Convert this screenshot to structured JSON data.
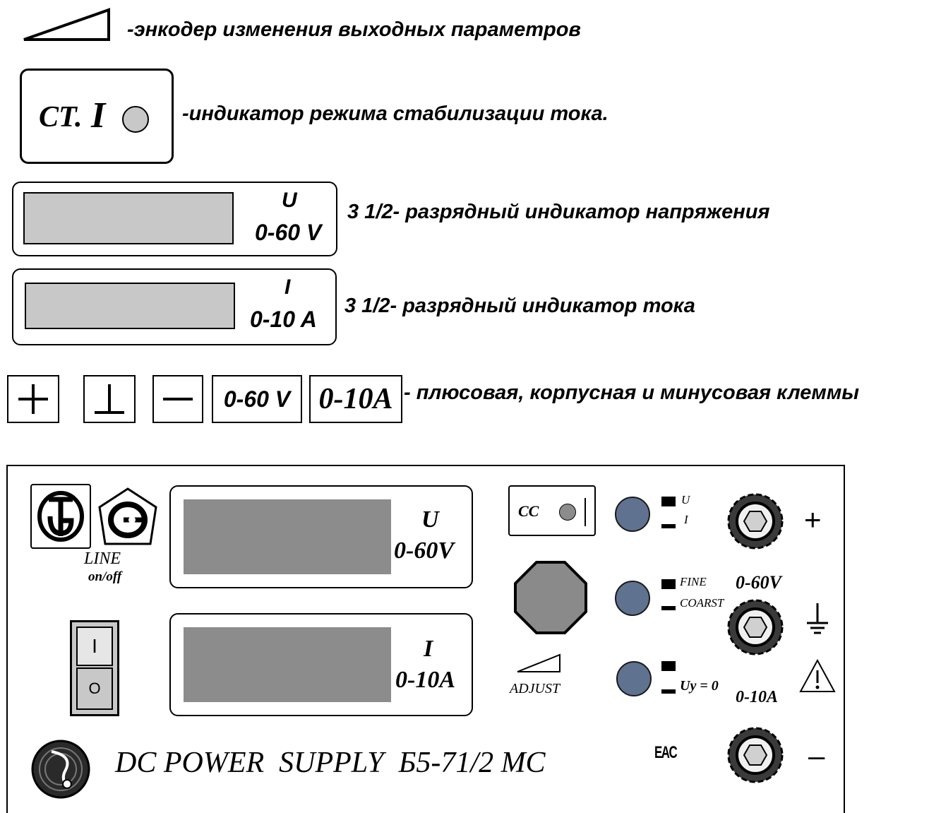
{
  "legend": {
    "encoder_desc": "-энкодер изменения выходных параметров",
    "cc_indicator_label": "СТ.",
    "cc_indicator_symbol": "I",
    "cc_indicator_desc": "-индикатор режима стабилизации тока.",
    "voltage_display_symbol": "U",
    "voltage_display_range": "0-60 V",
    "voltage_display_desc": "3 1/2- разрядный индикатор напряжения",
    "current_display_symbol": "I",
    "current_display_range": "0-10 A",
    "current_display_desc": "3 1/2- разрядный индикатор тока",
    "terminal_voltage_range": "0-60 V",
    "terminal_current_range": "0-10A",
    "terminals_desc": "- плюсовая, корпусная и минусовая клеммы"
  },
  "panel": {
    "line_label": "LINE",
    "on_off_label": "on/off",
    "switch_on_mark": "I",
    "switch_off_mark": "O",
    "voltage_symbol": "U",
    "voltage_range": "0-60V",
    "current_symbol": "I",
    "current_range": "0-10A",
    "cc_label": "CC",
    "adjust_label": "ADJUST",
    "btn1_top": "U",
    "btn1_bottom": "I",
    "btn2_top": "FINE",
    "btn2_bottom": "COARST",
    "btn3_bottom": "Uy = 0",
    "terminal_plus": "+",
    "terminal_minus": "–",
    "out_voltage_range": "0-60V",
    "out_current_range": "0-10A",
    "eac_mark": "EAC",
    "title": "DC POWER  SUPPLY  Б5-71/2 МС"
  },
  "colors": {
    "lcd_light": "#c8c8c8",
    "lcd_dark": "#8c8c8c",
    "button": "#5f7390",
    "knob": "#8a8a8a"
  }
}
